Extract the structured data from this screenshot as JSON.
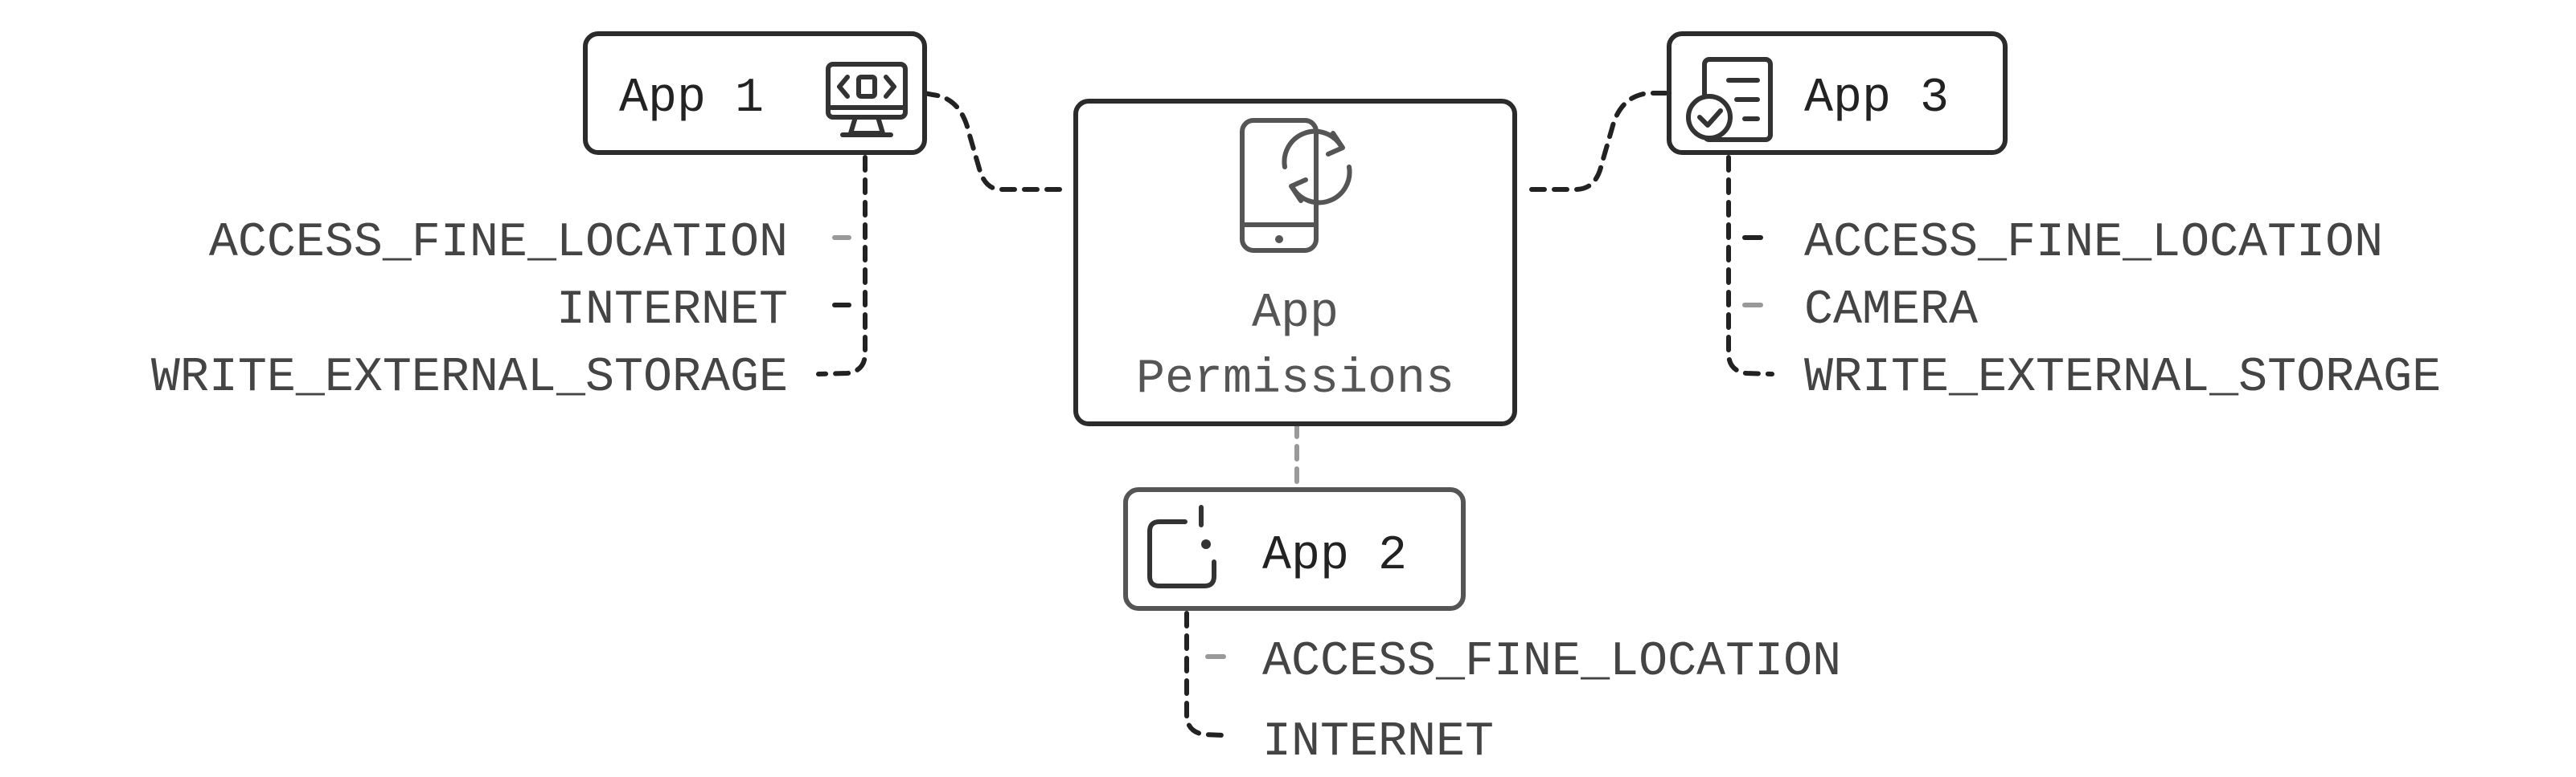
{
  "center": {
    "title_line1": "App",
    "title_line2": "Permissions",
    "icon": "phone-sync-icon"
  },
  "app1": {
    "label": "App 1",
    "icon": "monitor-code-icon",
    "permissions": [
      "ACCESS_FINE_LOCATION",
      "INTERNET",
      "WRITE_EXTERNAL_STORAGE"
    ]
  },
  "app2": {
    "label": "App 2",
    "icon": "tablet-dot-icon",
    "permissions": [
      "ACCESS_FINE_LOCATION",
      "INTERNET"
    ]
  },
  "app3": {
    "label": "App 3",
    "icon": "document-check-icon",
    "permissions": [
      "ACCESS_FINE_LOCATION",
      "CAMERA",
      "WRITE_EXTERNAL_STORAGE"
    ]
  },
  "colors": {
    "dark_connector": "#222222",
    "light_connector": "#999999",
    "text": "#444444"
  }
}
